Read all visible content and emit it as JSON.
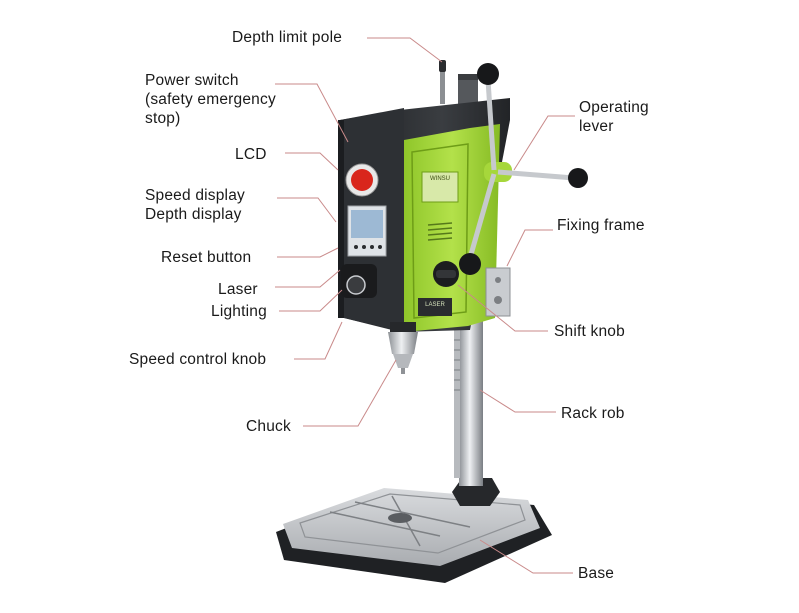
{
  "labels": {
    "depth_limit_pole": "Depth limit pole",
    "power_switch": [
      "Power switch",
      "(safety emergency",
      "stop)"
    ],
    "lcd": "LCD",
    "speed_depth_display": [
      "Speed display",
      "Depth display"
    ],
    "reset_button": "Reset button",
    "laser": "Laser",
    "lighting": "Lighting",
    "speed_control_knob": "Speed control knob",
    "chuck": "Chuck",
    "operating_lever": [
      "Operating",
      "lever"
    ],
    "fixing_frame": "Fixing frame",
    "shift_knob": "Shift knob",
    "rack_rob": "Rack rob",
    "base": "Base"
  },
  "product_marks": {
    "brand": "WINSU",
    "panel_badge": "LASER"
  },
  "colors": {
    "body_green": "#a6d73b",
    "body_dark": "#2b2d30",
    "steel": "#c9ccd0",
    "leader_line": "#c98a8a",
    "stop_button": "#d9261c"
  }
}
